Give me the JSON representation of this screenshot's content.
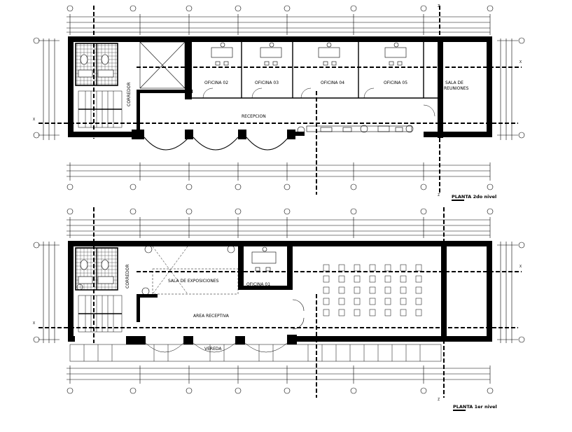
{
  "drawing": {
    "upper_plan": {
      "title": "PLANTA 2do nivel",
      "rooms": [
        "OFICINA 02",
        "OFICINA 03",
        "OFICINA 04",
        "OFICINA 05",
        "SALA DE",
        "REUNIONES",
        "RECEPCION",
        "CORREDOR"
      ]
    },
    "lower_plan": {
      "title": "PLANTA 1er nivel",
      "rooms": [
        "SALA DE EXPOSICIONES",
        "OFICINA 01",
        "AREA RECEPTIVA",
        "VEREDA",
        "CORREDOR"
      ]
    },
    "grid_marks": {
      "x": "X",
      "z": "Z"
    },
    "colors": {
      "ink": "#000000",
      "background": "#ffffff"
    }
  }
}
